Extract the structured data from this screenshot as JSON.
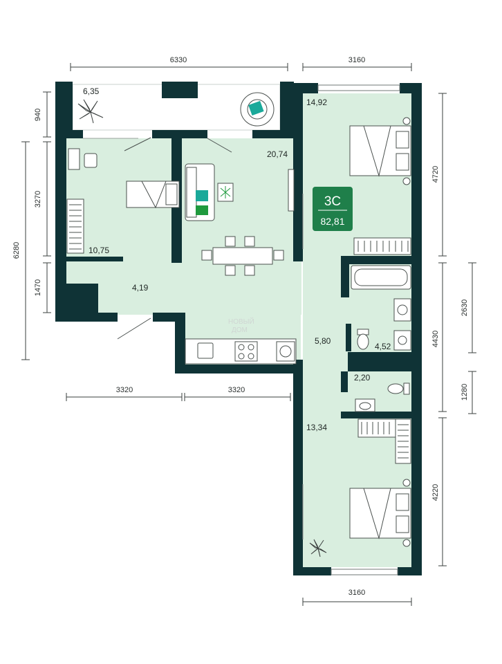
{
  "flat": {
    "type": "3С",
    "area": "82,81"
  },
  "colors": {
    "wall": "#0f3336",
    "floor": "#d9eedf",
    "badge": "#1f7f4a",
    "accent_teal": "#1aa99a",
    "accent_green": "#1f9a3e",
    "line": "#3a3f3e"
  },
  "dimensions": {
    "top_left": "6330",
    "top_right": "3160",
    "left_940": "940",
    "left_3270": "3270",
    "left_6280": "6280",
    "left_1470": "1470",
    "mid_left_3320": "3320",
    "mid_right_3320": "3320",
    "right_4720": "4720",
    "right_2630": "2630",
    "right_4430": "4430",
    "right_1280": "1280",
    "right_4220": "4220",
    "bottom_3160": "3160"
  },
  "rooms": {
    "balcony": "6,35",
    "bedroom_ne": "14,92",
    "living": "20,74",
    "bedroom_w": "10,75",
    "hall": "4,19",
    "corridor": "5,80",
    "bath": "4,52",
    "wc": "2,20",
    "bedroom_s": "13,34"
  },
  "icons": [
    "plant-icon",
    "armchair-icon",
    "bed-icon",
    "sofa-icon",
    "table-icon",
    "bathtub-icon",
    "toilet-icon",
    "sink-icon",
    "stove-icon",
    "wardrobe-icon"
  ],
  "watermark": {
    "line1": "НОВЫЙ",
    "line2": "ДОМ"
  }
}
